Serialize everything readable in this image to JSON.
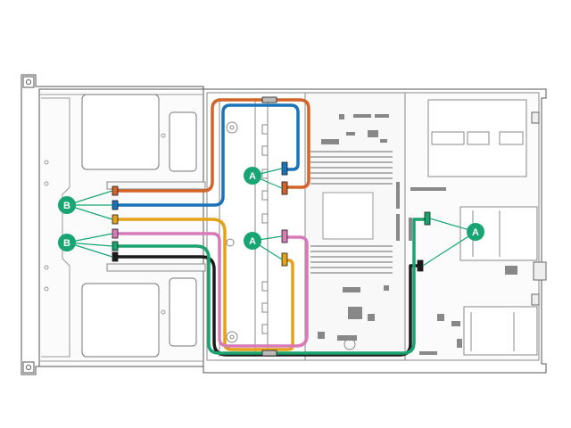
{
  "callouts": {
    "a_upper": "A",
    "a_middle": "A",
    "a_right": "A",
    "b_upper": "B",
    "b_lower": "B"
  },
  "colors": {
    "cable_orange": "#d2642a",
    "cable_blue": "#1a73b8",
    "cable_yellow": "#e3a21a",
    "cable_pink": "#d97ab8",
    "cable_green": "#1aa36f",
    "cable_black": "#1b1b1b",
    "callout_fill": "#17a673",
    "chassis_line": "#555555",
    "board_fill": "#f0f0f0"
  }
}
